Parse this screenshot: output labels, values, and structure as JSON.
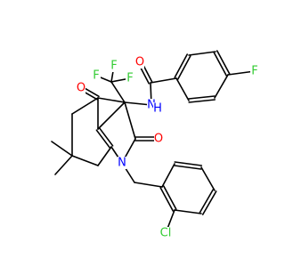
{
  "structure": {
    "atoms": [
      {
        "id": "O_ketone",
        "label": "O",
        "color": "#ff0000"
      },
      {
        "id": "O_lactam",
        "label": "O",
        "color": "#ff0000"
      },
      {
        "id": "O_amide",
        "label": "O",
        "color": "#ff0000"
      },
      {
        "id": "N_ring",
        "label": "N",
        "color": "#0000ff"
      },
      {
        "id": "N_amide",
        "label": "N",
        "color": "#0000ff"
      },
      {
        "id": "H_amide",
        "label": "H",
        "color": "#0000ff"
      },
      {
        "id": "F_cf3_a",
        "label": "F",
        "color": "#33cc33"
      },
      {
        "id": "F_cf3_b",
        "label": "F",
        "color": "#33cc33"
      },
      {
        "id": "F_cf3_c",
        "label": "F",
        "color": "#33cc33"
      },
      {
        "id": "F_aryl",
        "label": "F",
        "color": "#33cc33"
      },
      {
        "id": "Cl",
        "label": "Cl",
        "color": "#33cc33"
      }
    ]
  }
}
